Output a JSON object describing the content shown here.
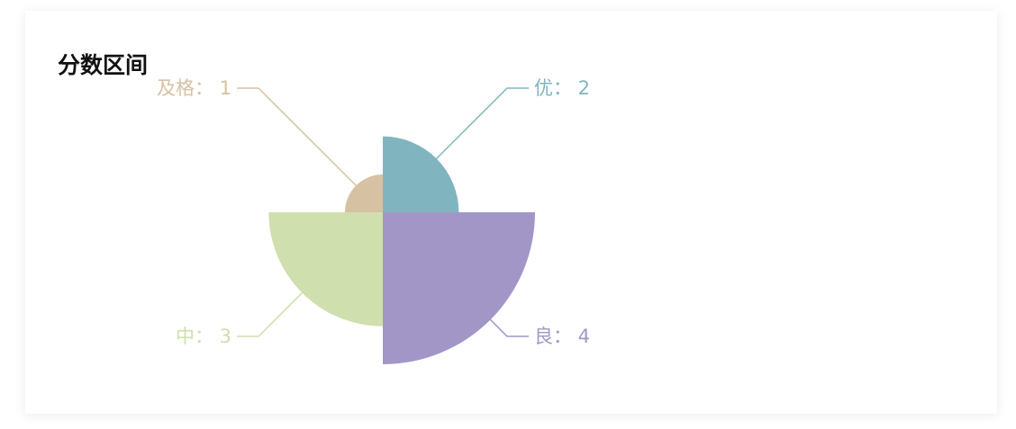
{
  "card": {
    "title": "分数区间"
  },
  "chart_data": {
    "type": "pie",
    "variant": "nightingale-rose (area)",
    "categories": [
      "优",
      "良",
      "中",
      "及格"
    ],
    "values": [
      2,
      4,
      3,
      1
    ],
    "colors": [
      "#80b5c0",
      "#a296c7",
      "#cfdfad",
      "#d7c1a3"
    ],
    "label_separator": "：",
    "legend": "none"
  }
}
